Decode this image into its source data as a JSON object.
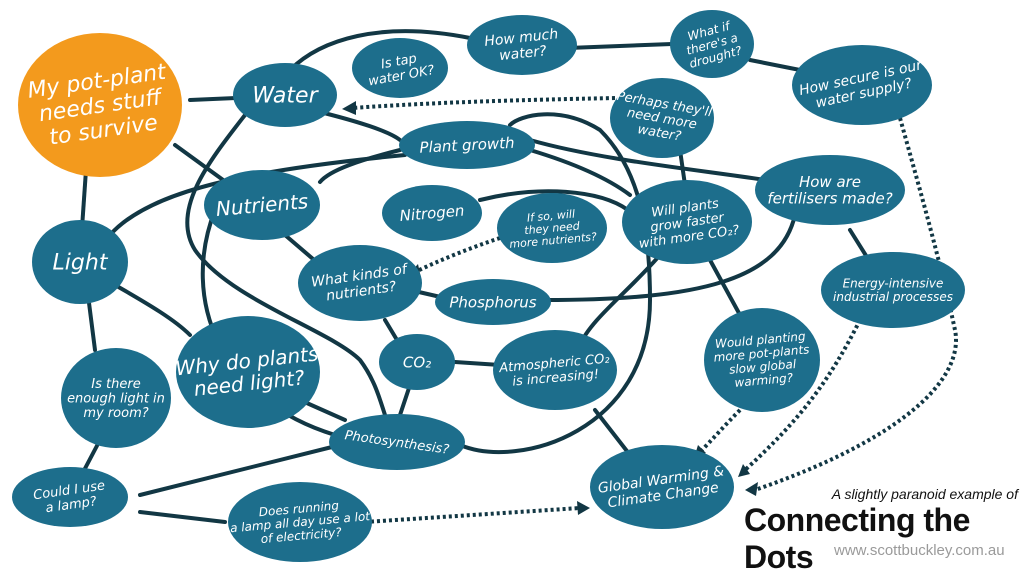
{
  "colors": {
    "node": "#1d6e8c",
    "root": "#f39a1d",
    "line": "#123744"
  },
  "nodes": {
    "root": [
      "My pot-plant",
      "needs stuff",
      "to survive"
    ],
    "water": [
      "Water"
    ],
    "tap": [
      "Is tap",
      "water OK?"
    ],
    "howmuch": [
      "How much",
      "water?"
    ],
    "drought": [
      "What if",
      "there's a",
      "drought?"
    ],
    "secure": [
      "How secure is our",
      "water supply?"
    ],
    "perhaps": [
      "Perhaps they'll",
      "need more",
      "water?"
    ],
    "growth": [
      "Plant growth"
    ],
    "fertilisers": [
      "How are",
      "fertilisers made?"
    ],
    "nutrients": [
      "Nutrients"
    ],
    "nitrogen": [
      "Nitrogen"
    ],
    "ifso": [
      "If so, will",
      "they need",
      "more nutrients?"
    ],
    "grow": [
      "Will plants",
      "grow faster",
      "with more CO₂?"
    ],
    "energy": [
      "Energy-intensive",
      "industrial processes"
    ],
    "kinds": [
      "What kinds of",
      "nutrients?"
    ],
    "phosphorus": [
      "Phosphorus"
    ],
    "light": [
      "Light"
    ],
    "why": [
      "Why do plants",
      "need light?"
    ],
    "enough": [
      "Is there",
      "enough light in",
      "my room?"
    ],
    "co2": [
      "CO₂"
    ],
    "atmo": [
      "Atmospheric CO₂",
      "is increasing!"
    ],
    "planting": [
      "Would planting",
      "more pot-plants",
      "slow global",
      "warming?"
    ],
    "photo": [
      "Photosynthesis?"
    ],
    "lamp": [
      "Could I use",
      "a lamp?"
    ],
    "running": [
      "Does running",
      "a lamp all day use a lot",
      "of electricity?"
    ],
    "gw": [
      "Global Warming &",
      "Climate Change"
    ]
  },
  "caption": {
    "subtitle": "A slightly paranoid example of",
    "title": "Connecting the Dots",
    "url": "www.scottbuckley.com.au"
  }
}
